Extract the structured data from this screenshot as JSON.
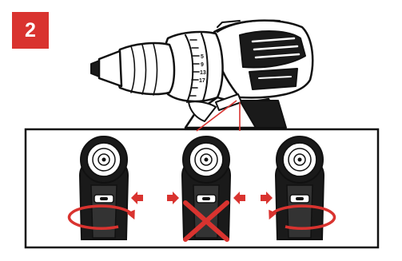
{
  "step": {
    "number": "2"
  },
  "colors": {
    "accent": "#d9332f",
    "ink": "#111111",
    "paper": "#ffffff"
  },
  "drill": {
    "name": "drill-icon",
    "speed_ring_marks": [
      "5",
      "9",
      "13",
      "17"
    ]
  },
  "panels": [
    {
      "name": "forward-rotation",
      "direction_icon": "clockwise-arrow-icon",
      "press_side": "right",
      "prohibited": false
    },
    {
      "name": "both-sides-pressed",
      "direction_icon": "prohibited-x-icon",
      "press_side": "both",
      "prohibited": true
    },
    {
      "name": "reverse-rotation",
      "direction_icon": "counterclockwise-arrow-icon",
      "press_side": "left",
      "prohibited": false
    }
  ]
}
